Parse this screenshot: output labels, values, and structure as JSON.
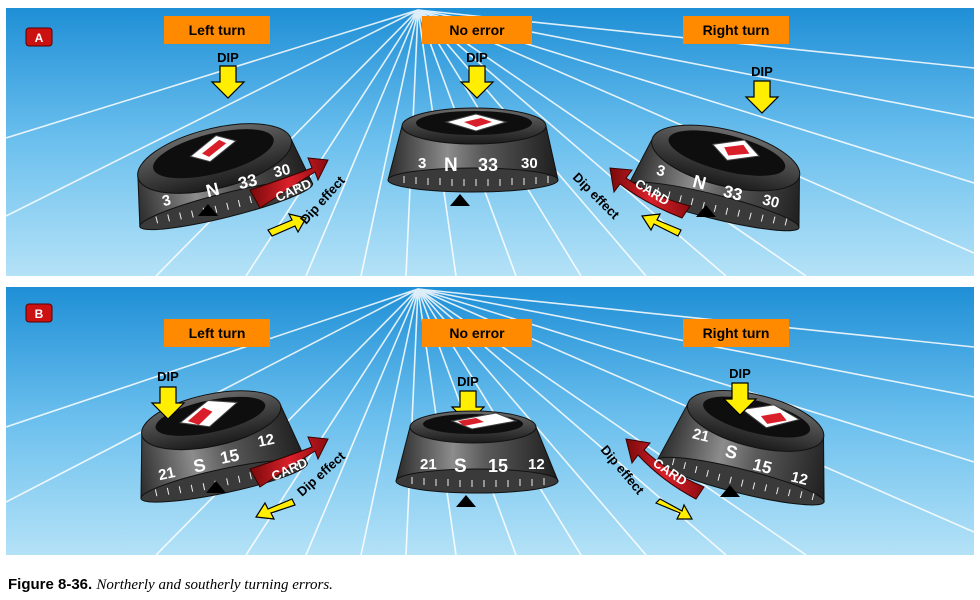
{
  "panels": [
    {
      "letter": "A",
      "columns": [
        {
          "header": "Left turn",
          "dip": "DIP",
          "numbers": [
            "3",
            "N",
            "33",
            "30"
          ],
          "card": "CARD",
          "dip_effect": "Dip effect"
        },
        {
          "header": "No error",
          "dip": "DIP",
          "numbers": [
            "3",
            "N",
            "33",
            "30"
          ]
        },
        {
          "header": "Right turn",
          "dip": "DIP",
          "numbers": [
            "3",
            "N",
            "33",
            "30"
          ],
          "card": "CARD",
          "dip_effect": "Dip effect"
        }
      ]
    },
    {
      "letter": "B",
      "columns": [
        {
          "header": "Left turn",
          "dip": "DIP",
          "numbers": [
            "21",
            "S",
            "15",
            "12"
          ],
          "card": "CARD",
          "dip_effect": "Dip effect"
        },
        {
          "header": "No error",
          "dip": "DIP",
          "numbers": [
            "21",
            "S",
            "15",
            "12"
          ]
        },
        {
          "header": "Right turn",
          "dip": "DIP",
          "numbers": [
            "21",
            "S",
            "15",
            "12"
          ],
          "card": "CARD",
          "dip_effect": "Dip effect"
        }
      ]
    }
  ],
  "caption": {
    "figure": "Figure 8-36.",
    "text": "Northerly and southerly turning errors."
  },
  "colors": {
    "sky_top": "#1f8fd6",
    "sky_bottom": "#a9dcf5",
    "header_box": "#ff8a00",
    "letter_badge": "#cc1111",
    "dip_arrow": "#ffee00",
    "card_arrow": "#c4161c",
    "compass_body": "#4a4a4a"
  }
}
